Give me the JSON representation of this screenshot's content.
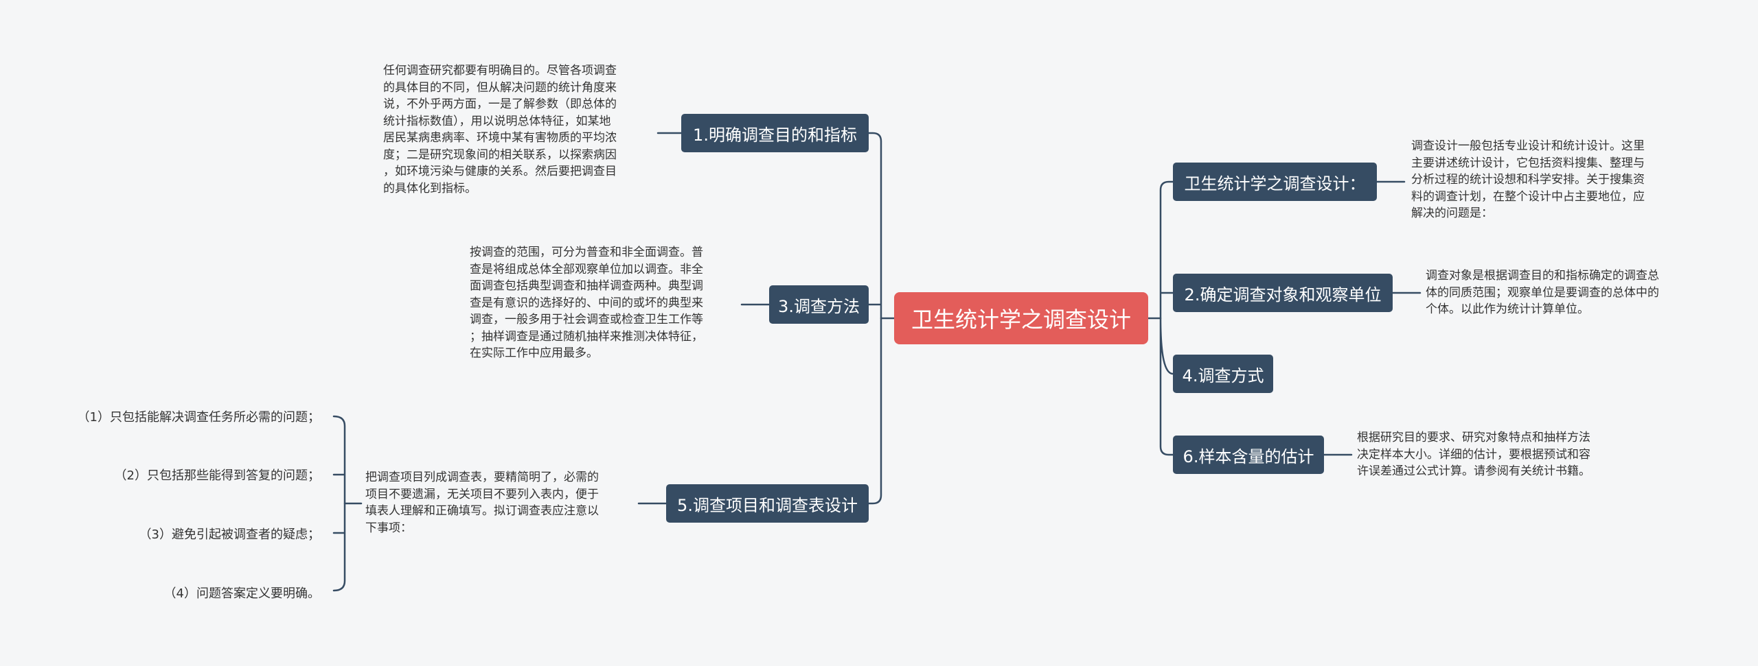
{
  "root": {
    "title": "卫生统计学之调查设计"
  },
  "left": [
    {
      "label": "1.明确调查目的和指标",
      "text": [
        "任何调查研究都要有明确目的。尽管各项调查",
        "的具体目的不同，但从解决问题的统计角度来",
        "说，不外乎两方面，一是了解参数（即总体的",
        "统计指标数值），用以说明总体特征，如某地",
        "居民某病患病率、环境中某有害物质的平均浓",
        "度；二是研究现象间的相关联系，以探索病因",
        "，如环境污染与健康的关系。然后要把调查目",
        "的具体化到指标。"
      ]
    },
    {
      "label": "3.调查方法",
      "text": [
        "按调查的范围，可分为普查和非全面调查。普",
        "查是将组成总体全部观察单位加以调查。非全",
        "面调查包括典型调查和抽样调查两种。典型调",
        "查是有意识的选择好的、中间的或坏的典型来",
        "调查，一般多用于社会调查或检查卫生工作等",
        "；抽样调查是通过随机抽样来推测决体特征，",
        "在实际工作中应用最多。"
      ]
    },
    {
      "label": "5.调查项目和调查表设计",
      "text": [
        "把调查项目列成调查表，要精简明了，必需的",
        "项目不要遗漏，无关项目不要列入表内，便于",
        "填表人理解和正确填写。拟订调查表应注意以",
        "下事项："
      ],
      "items": [
        "（1）只包括能解决调查任务所必需的问题；",
        "（2）只包括那些能得到答复的问题；",
        "（3）避免引起被调查者的疑虑；",
        "（4）问题答案定义要明确。"
      ]
    }
  ],
  "right": [
    {
      "label": "卫生统计学之调查设计：",
      "text": [
        "调查设计一般包括专业设计和统计设计。这里",
        "主要讲述统计设计，它包括资料搜集、整理与",
        "分析过程的统计设想和科学安排。关于搜集资",
        "料的调查计划，在整个设计中占主要地位，应",
        "解决的问题是："
      ]
    },
    {
      "label": "2.确定调查对象和观察单位",
      "text": [
        "调查对象是根据调查目的和指标确定的调查总",
        "体的同质范围；观察单位是要调查的总体中的",
        "个体。以此作为统计计算单位。"
      ]
    },
    {
      "label": "4.调查方式",
      "text": []
    },
    {
      "label": "6.样本含量的估计",
      "text": [
        "根据研究目的要求、研究对象特点和抽样方法",
        "决定样本大小。详细的估计，要根据预试和容",
        "许误差通过公式计算。请参阅有关统计书籍。"
      ]
    }
  ],
  "colors": {
    "root": "#e35d5a",
    "topic": "#364c63",
    "line": "#364c63",
    "background": "#f5f6f7",
    "text": "#333333"
  }
}
